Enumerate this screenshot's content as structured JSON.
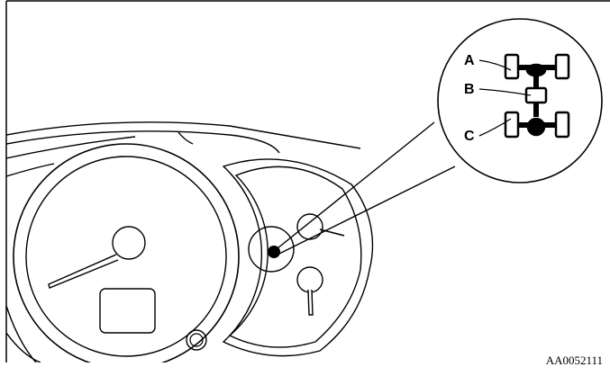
{
  "figure": {
    "labels": {
      "a": "A",
      "b": "B",
      "c": "C"
    },
    "reference_code": "AA0052111"
  }
}
